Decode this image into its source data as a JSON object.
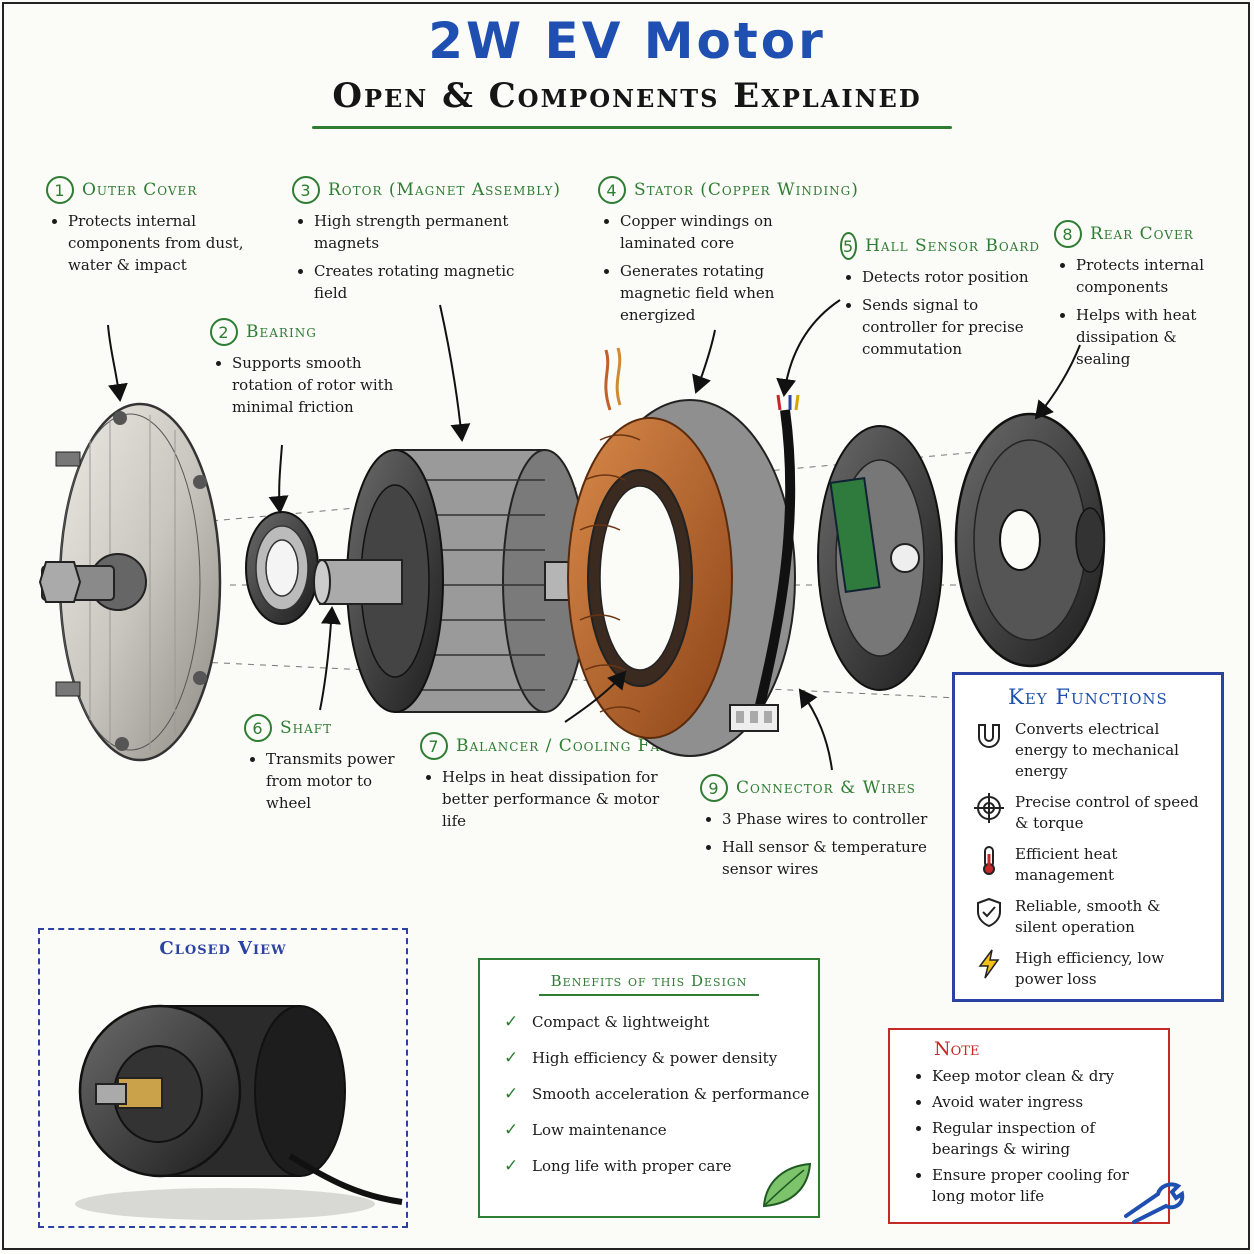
{
  "title": "2W EV Motor",
  "subtitle": "Open & Components Explained",
  "components": [
    {
      "num": "1",
      "name": "Outer Cover",
      "points": [
        "Protects internal components from dust, water & impact"
      ]
    },
    {
      "num": "2",
      "name": "Bearing",
      "points": [
        "Supports smooth rotation of rotor with minimal friction"
      ]
    },
    {
      "num": "3",
      "name": "Rotor (Magnet Assembly)",
      "points": [
        "High strength permanent magnets",
        "Creates rotating magnetic field"
      ]
    },
    {
      "num": "4",
      "name": "Stator (Copper Winding)",
      "points": [
        "Copper windings on laminated core",
        "Generates rotating magnetic field when energized"
      ]
    },
    {
      "num": "5",
      "name": "Hall Sensor Board",
      "points": [
        "Detects rotor position",
        "Sends signal to controller for precise commutation"
      ]
    },
    {
      "num": "8",
      "name": "Rear Cover",
      "points": [
        "Protects internal components",
        "Helps with heat dissipation & sealing"
      ]
    },
    {
      "num": "6",
      "name": "Shaft",
      "points": [
        "Transmits power from motor to wheel"
      ]
    },
    {
      "num": "7",
      "name": "Balancer / Cooling Fan",
      "points": [
        "Helps in heat dissipation for better performance & motor life"
      ]
    },
    {
      "num": "9",
      "name": "Connector & Wires",
      "points": [
        "3 Phase wires to controller",
        "Hall sensor & temperature sensor wires"
      ]
    }
  ],
  "key_functions": {
    "title": "Key Functions",
    "items": [
      {
        "icon": "magnet-icon",
        "text": "Converts electrical energy to mechanical energy"
      },
      {
        "icon": "target-icon",
        "text": "Precise control of speed & torque"
      },
      {
        "icon": "thermometer-icon",
        "text": "Efficient heat management"
      },
      {
        "icon": "shield-check-icon",
        "text": "Reliable, smooth & silent operation"
      },
      {
        "icon": "lightning-icon",
        "text": "High efficiency, low power loss"
      }
    ]
  },
  "benefits": {
    "title": "Benefits of this Design",
    "items": [
      "Compact & lightweight",
      "High efficiency & power density",
      "Smooth acceleration & performance",
      "Low maintenance",
      "Long life with proper care"
    ]
  },
  "note": {
    "title": "Note",
    "items": [
      "Keep motor clean & dry",
      "Avoid water ingress",
      "Regular inspection of bearings & wiring",
      "Ensure proper cooling for long motor life"
    ]
  },
  "closed_view": {
    "title": "Closed View"
  },
  "colors": {
    "title_blue": "#1f4fb0",
    "green": "#2e7d32",
    "red": "#c62828",
    "key_blue": "#2a43a3",
    "copper": "#b5652b"
  }
}
